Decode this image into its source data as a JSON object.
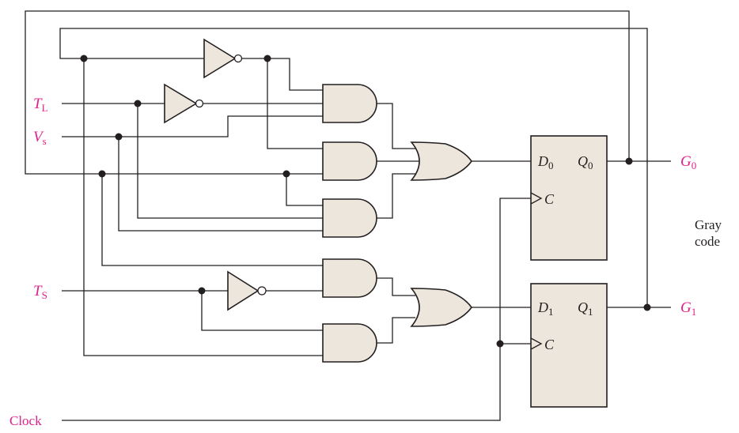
{
  "inputs": {
    "tl": {
      "main": "T",
      "sub": "L"
    },
    "vs": {
      "main": "V",
      "sub": "s"
    },
    "ts": {
      "main": "T",
      "sub": "S"
    },
    "clock": "Clock"
  },
  "flipflops": [
    {
      "d_main": "D",
      "d_sub": "0",
      "q_main": "Q",
      "q_sub": "0",
      "c": "C"
    },
    {
      "d_main": "D",
      "d_sub": "1",
      "q_main": "Q",
      "q_sub": "1",
      "c": "C"
    }
  ],
  "outputs": {
    "g0": {
      "main": "G",
      "sub": "0"
    },
    "g1": {
      "main": "G",
      "sub": "1"
    }
  },
  "note": {
    "line1": "Gray",
    "line2": "code"
  },
  "colors": {
    "label": "#e0218a",
    "gate_fill": "#ece6dc",
    "line": "#231f20"
  }
}
